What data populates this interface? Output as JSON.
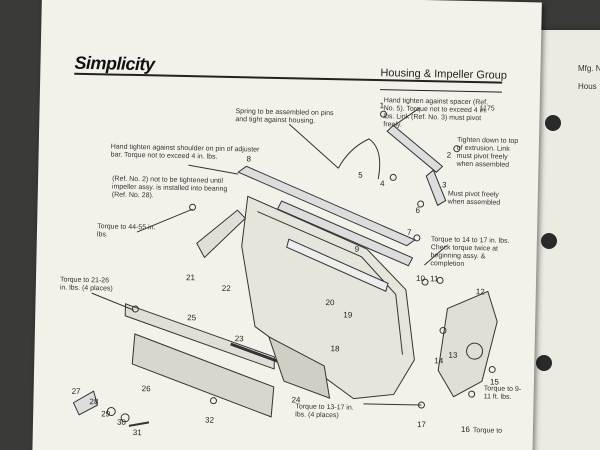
{
  "header": {
    "brand": "Simplicity",
    "section_title": "Housing & Impeller Group",
    "code_mark": "1175"
  },
  "next_page": {
    "line1": "Mfg. N",
    "line2": "Hous"
  },
  "notes": {
    "n_spacer": "Hand tighten against spacer (Ref. No. 5). Torque not to exceed 4 in. lbs. Link (Ref. No. 3) must pivot freely.",
    "n_spring": "Spring to be assembled on pins and tight against housing.",
    "n_shoulder": "Hand tighten against shoulder on pin of adjuster bar. Torque not to exceed 4 in. lbs.",
    "n_ref2": "(Ref. No. 2) not to be tightened until impeller assy. is installed into bearing (Ref. No. 28).",
    "n_extrusion": "Tighten down to top of extrusion. Link must pivot freely when assembled",
    "n_pivot": "Must pivot freely when assembled",
    "n_44": "Torque to 44-55 in. lbs.",
    "n_14": "Torque to 14 to 17 in. lbs. Check torque twice at beginning assy. & completion",
    "n_21": "Torque to 21-26 in. lbs. (4 places)",
    "n_13": "Torque to 13-17 in. lbs. (4 places)",
    "n_9": "Torque to 9-11 ft. lbs.",
    "n_bottom": "Torque to"
  },
  "callouts": {
    "c1": "1",
    "c2": "2",
    "c3": "3",
    "c4": "4",
    "c5": "5",
    "c6": "6",
    "c7": "7",
    "c8": "8",
    "c9": "9",
    "c10": "10",
    "c11": "11",
    "c12": "12",
    "c13": "13",
    "c14": "14",
    "c15": "15",
    "c16": "16",
    "c17": "17",
    "c18": "18",
    "c19": "19",
    "c20": "20",
    "c21": "21",
    "c22": "22",
    "c23": "23",
    "c24": "24",
    "c25": "25",
    "c26": "26",
    "c27": "27",
    "c28": "28",
    "c29": "29",
    "c30": "30",
    "c31": "31",
    "c32": "32"
  }
}
